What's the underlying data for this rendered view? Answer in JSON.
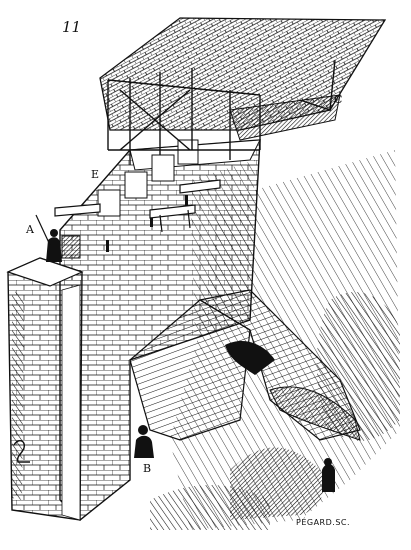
{
  "figure": {
    "number": "11",
    "labels": {
      "a": "A",
      "b": "B",
      "c": "C",
      "e": "E"
    },
    "engraver_credit": "PÉGARD.SC."
  },
  "colors": {
    "ink": "#111111",
    "paper": "#ffffff"
  }
}
